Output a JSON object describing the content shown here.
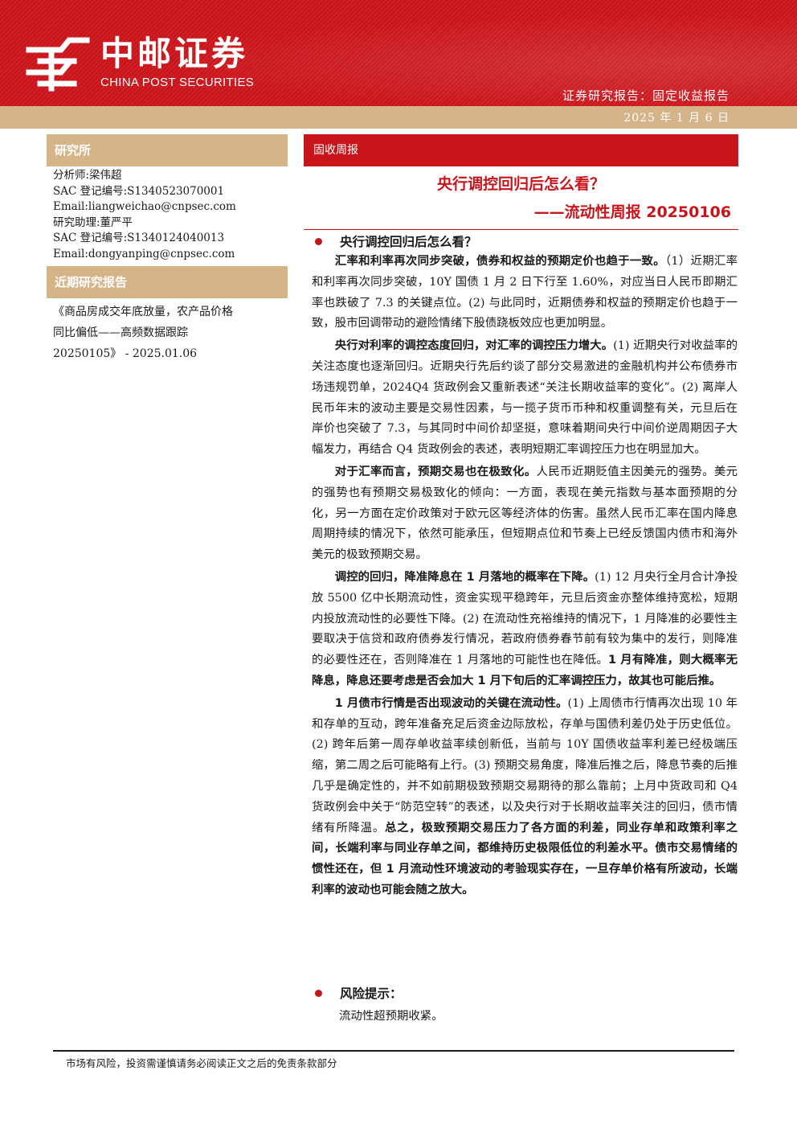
{
  "header": {
    "brand_cn": "中邮证券",
    "brand_en": "CHINA POST SECURITIES",
    "report_type": "证券研究报告：固定收益报告",
    "date": "2025 年 1 月 6 日",
    "colors": {
      "brand_red": "#c8141b",
      "accent_gold": "#d6b48a"
    }
  },
  "sidebar": {
    "research_label": "研究所",
    "info_lines": [
      "分析师:梁伟超",
      "SAC 登记编号:S1340523070001",
      "Email:liangweichao@cnpsec.com",
      "研究助理:董严平",
      "SAC 登记编号:S1340124040013",
      "Email:dongyanping@cnpsec.com"
    ],
    "recent_label": "近期研究报告",
    "recent_lines": [
      "《商品房成交年底放量，农产品价格",
      "同比偏低——高频数据跟踪",
      "20250105》 - 2025.01.06"
    ]
  },
  "main": {
    "category": "固收周报",
    "title_line1": "央行调控回归后怎么看？",
    "title_line2": "——流动性周报 20250106",
    "section1_title": "央行调控回归后怎么看？",
    "paragraphs": [
      {
        "bold": "汇率和利率再次同步突破，债券和权益的预期定价也趋于一致。",
        "text": "（1）近期汇率和利率再次同步突破，10Y 国债 1 月 2 日下行至 1.60%，对应当日人民币即期汇率也跌破了 7.3 的关键点位。(2) 与此同时，近期债券和权益的预期定价也趋于一致，股市回调带动的避险情绪下股债跷板效应也更加明显。",
        "bold_tail": ""
      },
      {
        "bold": "央行对利率的调控态度回归，对汇率的调控压力增大。",
        "text": "(1) 近期央行对收益率的关注态度也逐渐回归。近期央行先后约谈了部分交易激进的金融机构并公布债券市场违规罚单，2024Q4 货政例会又重新表述“关注长期收益率的变化”。(2) 离岸人民币年末的波动主要是交易性因素，与一揽子货币币种和权重调整有关，元旦后在岸价也突破了 7.3，与其同时中间价却坚挺，意味着期间央行中间价逆周期因子大幅发力，再结合 Q4 货政例会的表述，表明短期汇率调控压力也在明显加大。",
        "bold_tail": ""
      },
      {
        "bold": "对于汇率而言，预期交易也在极致化。",
        "text": "人民币近期贬值主因美元的强势。美元的强势也有预期交易极致化的倾向：一方面，表现在美元指数与基本面预期的分化，另一方面在定价政策对于欧元区等经济体的伤害。虽然人民币汇率在国内降息周期持续的情况下，依然可能承压，但短期点位和节奏上已经反馈国内债市和海外美元的极致预期交易。",
        "bold_tail": ""
      },
      {
        "bold": "调控的回归，降准降息在 1 月落地的概率在下降。",
        "text": "(1) 12 月央行全月合计净投放 5500 亿中长期流动性，资金实现平稳跨年，元旦后资金亦整体维持宽松，短期内投放流动性的必要性下降。(2) 在流动性充裕维持的情况下，1 月降准的必要性主要取决于信贷和政府债券发行情况，若政府债券春节前有较为集中的发行，则降准的必要性还在，否则降准在 1 月落地的可能性也在降低。",
        "bold_tail": "1 月有降准，则大概率无降息，降息还要考虑是否会加大 1 月下旬后的汇率调控压力，故其也可能后推。"
      },
      {
        "bold": "1 月债市行情是否出现波动的关键在流动性。",
        "text": "(1) 上周债市行情再次出现 10 年和存单的互动，跨年准备充足后资金边际放松，存单与国债利差仍处于历史低位。(2) 跨年后第一周存单收益率续创新低，当前与 10Y 国债收益率利差已经极端压缩，第二周之后可能略有上行。(3) 预期交易角度，降准后推之后，降息节奏的后推几乎是确定性的，并不如前期极致预期交易期待的那么靠前；上月中货政司和 Q4 货政例会中关于“防范空转”的表述，以及央行对于长期收益率关注的回归，债市情绪有所降温。",
        "bold_tail": "总之，极致预期交易压力了各方面的利差，同业存单和政策利率之间，长端利率与同业存单之间，都维持历史极限低位的利差水平。债市交易情绪的惯性还在，但 1 月流动性环境波动的考验现实存在，一旦存单价格有所波动，长端利率的波动也可能会随之放大。"
      }
    ],
    "risk_title": "风险提示：",
    "risk_text": "流动性超预期收紧。"
  },
  "footer": {
    "disclaimer": "市场有风险，投资需谨慎请务必阅读正文之后的免责条款部分"
  }
}
